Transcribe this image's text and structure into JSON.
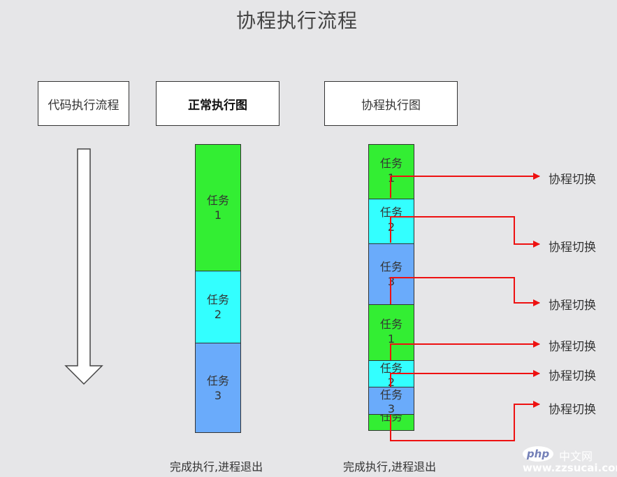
{
  "title": "协程执行流程",
  "headers": {
    "code_flow": "代码执行流程",
    "normal": "正常执行图",
    "coroutine": "协程执行图"
  },
  "normal_blocks": [
    {
      "name": "任务",
      "num": "1",
      "color": "#33ee33"
    },
    {
      "name": "任务",
      "num": "2",
      "color": "#33ffff"
    },
    {
      "name": "任务",
      "num": "3",
      "color": "#6aabfb"
    }
  ],
  "coroutine_blocks": [
    {
      "name": "任务",
      "num": "1",
      "color": "#33ee33"
    },
    {
      "name": "任务",
      "num": "2",
      "color": "#33ffff"
    },
    {
      "name": "任务",
      "num": "3",
      "color": "#6aabfb"
    },
    {
      "name": "任务",
      "num": "1",
      "color": "#33ee33"
    },
    {
      "name": "任务",
      "num": "2",
      "color": "#33ffff"
    },
    {
      "name": "任务",
      "num": "3",
      "color": "#6aabfb"
    },
    {
      "name": "任务",
      "num": "",
      "color": "#33ee33"
    }
  ],
  "switch_label": "协程切换",
  "footer_normal": "完成执行,进程退出",
  "footer_coroutine": "完成执行,进程退出",
  "watermark": {
    "logo": "php",
    "site": "中文网",
    "url": "www.zzsucai.com"
  },
  "colors": {
    "arrow": "#ee1111",
    "border": "#333333"
  }
}
